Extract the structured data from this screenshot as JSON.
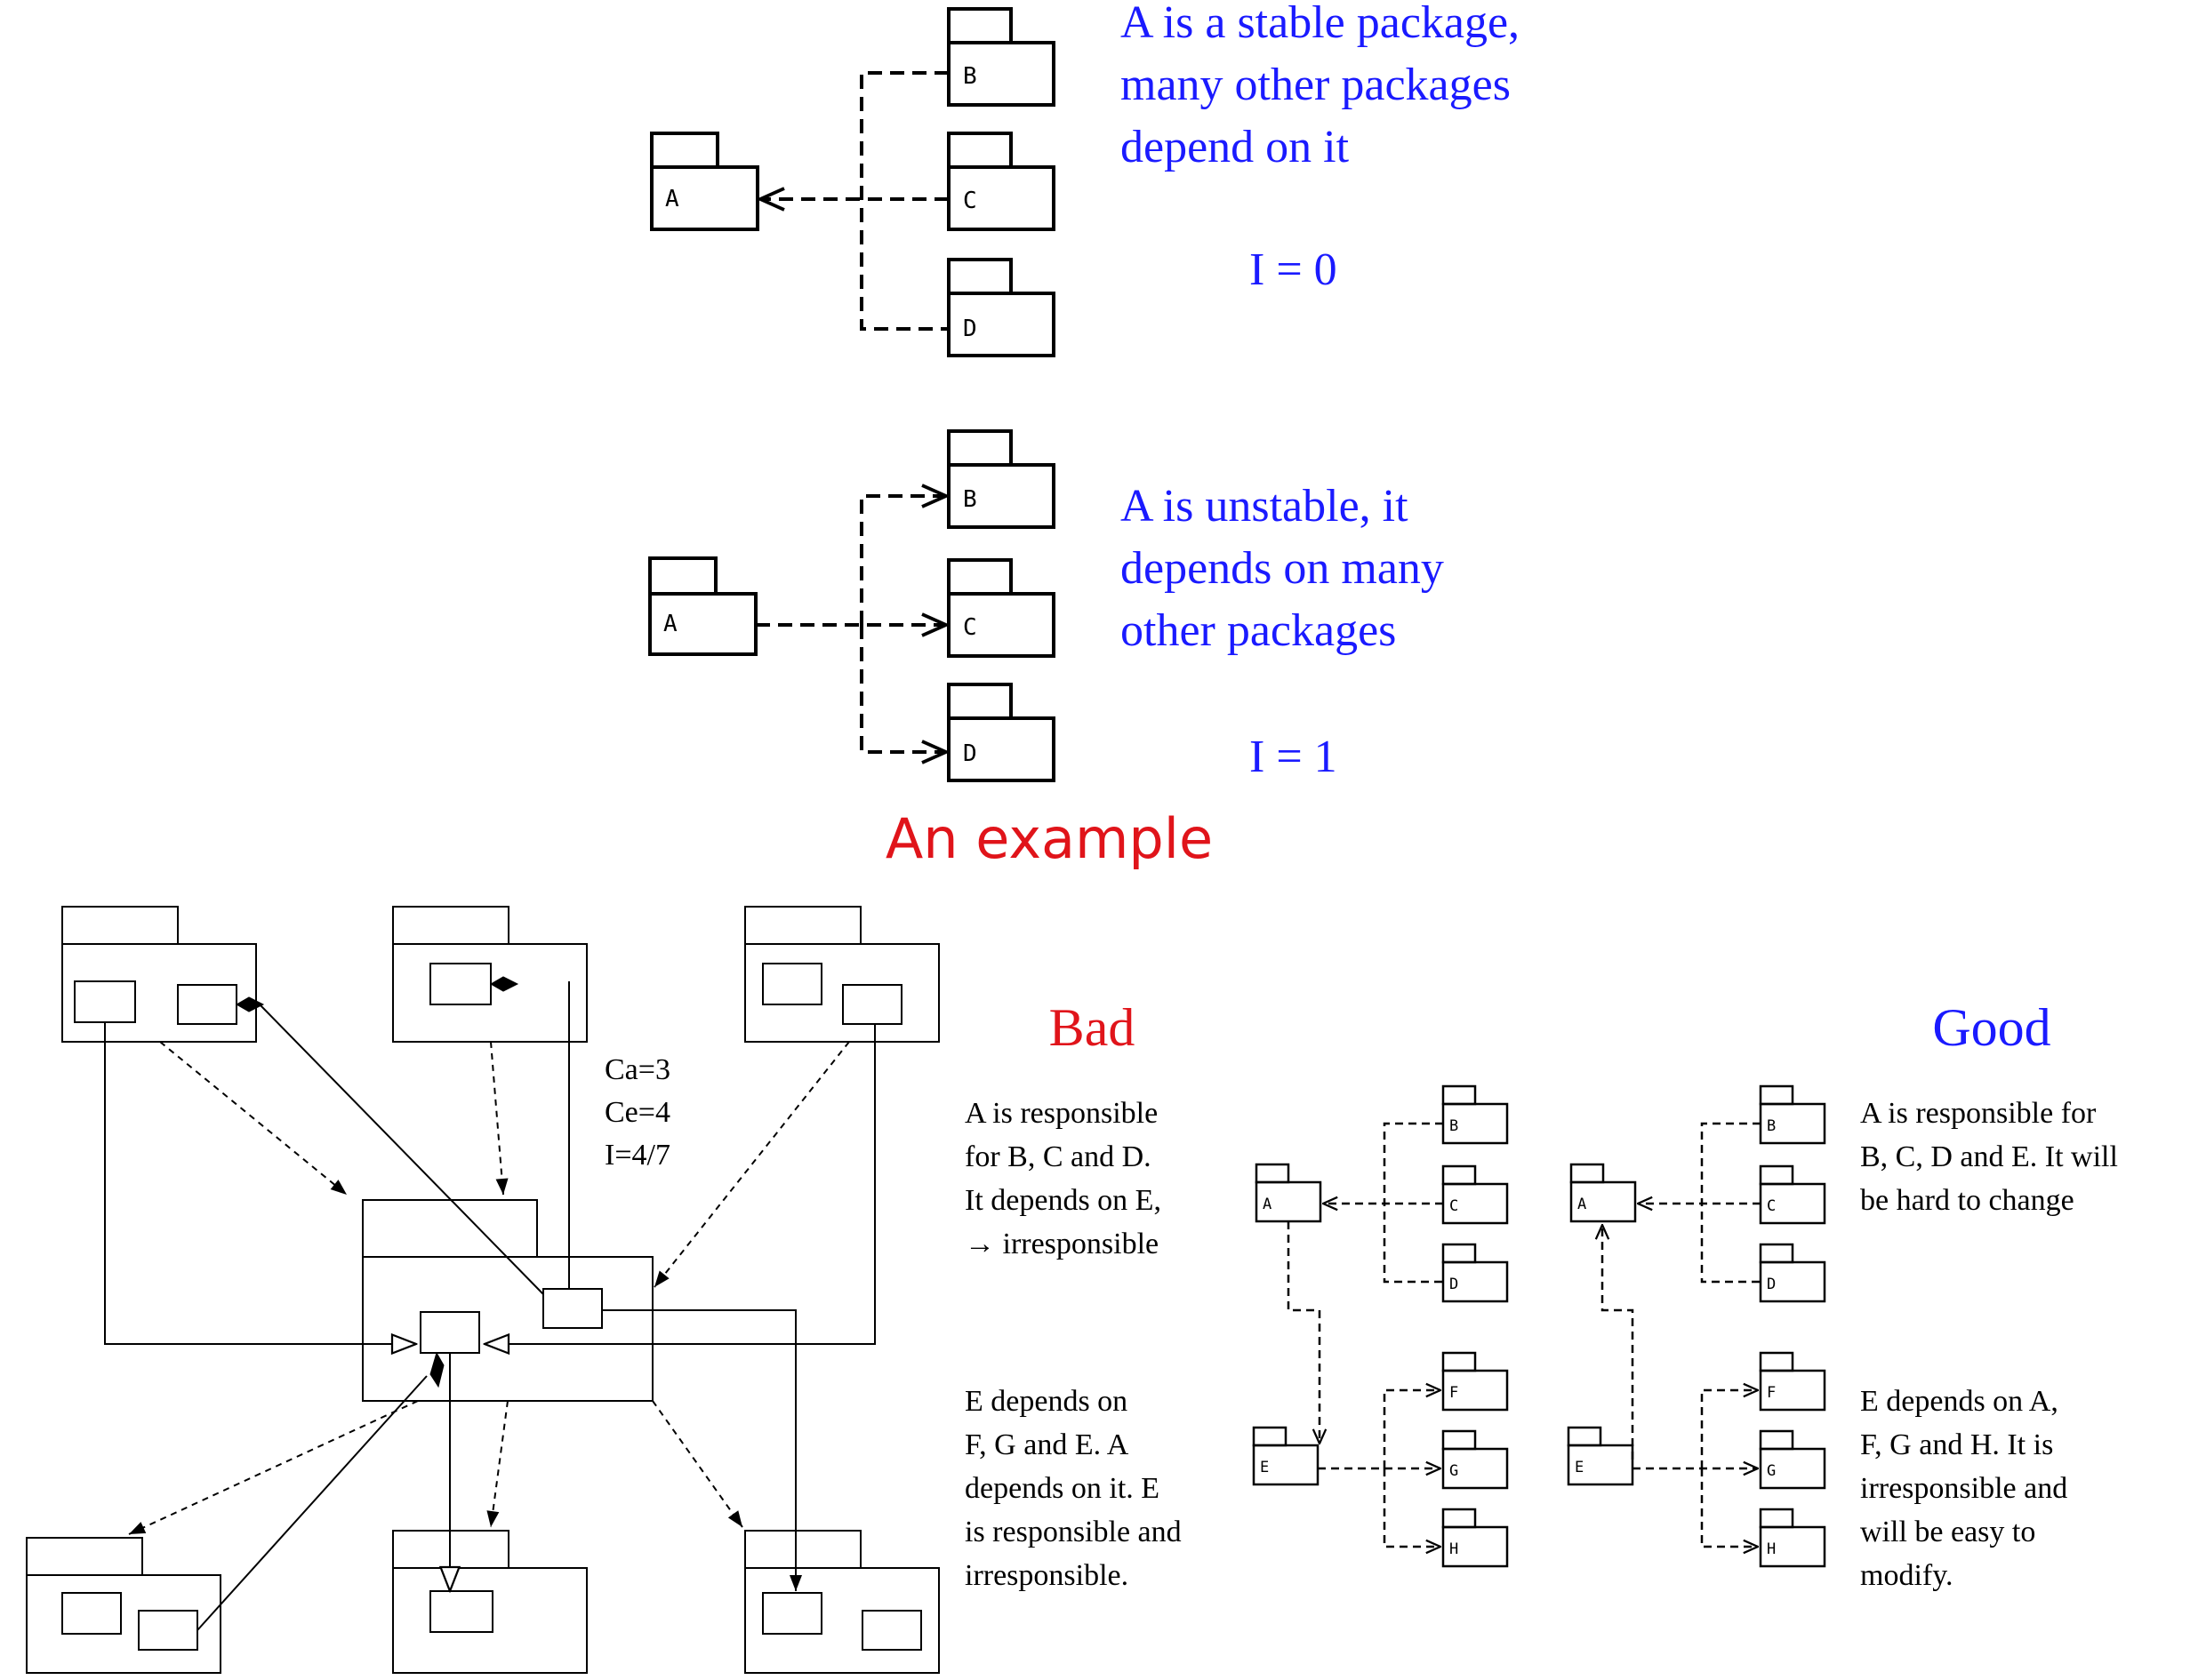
{
  "colors": {
    "line": "#000000",
    "blue_text": "#1a1aff",
    "red_text": "#e0141a",
    "black_text": "#000000"
  },
  "top": {
    "stable_caption": [
      "A is a stable package,",
      "many other packages",
      "depend on it"
    ],
    "stable_metric": "I = 0",
    "unstable_caption": [
      "A is unstable, it",
      "depends on many",
      "other packages"
    ],
    "unstable_metric": "I = 1",
    "labels": {
      "a": "A",
      "b": "B",
      "c": "C",
      "d": "D"
    }
  },
  "example": {
    "heading": "An example",
    "metrics": [
      "Ca=3",
      "Ce=4",
      "I=4/7"
    ]
  },
  "bad": {
    "title": "Bad",
    "text1": [
      "A is responsible",
      "for B, C and D.",
      "It depends on E,",
      "→ irresponsible"
    ],
    "text2": [
      "E depends on",
      "F, G and E. A",
      "depends on it. E",
      "is responsible and",
      "irresponsible."
    ],
    "labels": {
      "a": "A",
      "b": "B",
      "c": "C",
      "d": "D",
      "e": "E",
      "f": "F",
      "g": "G",
      "h": "H"
    }
  },
  "good": {
    "title": "Good",
    "text1": [
      "A is responsible for",
      "B, C, D and E. It will",
      "be hard to change"
    ],
    "text2": [
      "E depends on A,",
      "F, G and H. It is",
      "irresponsible and",
      "will be easy to",
      "modify."
    ],
    "labels": {
      "a": "A",
      "b": "B",
      "c": "C",
      "d": "D",
      "e": "E",
      "f": "F",
      "g": "G",
      "h": "H"
    }
  }
}
